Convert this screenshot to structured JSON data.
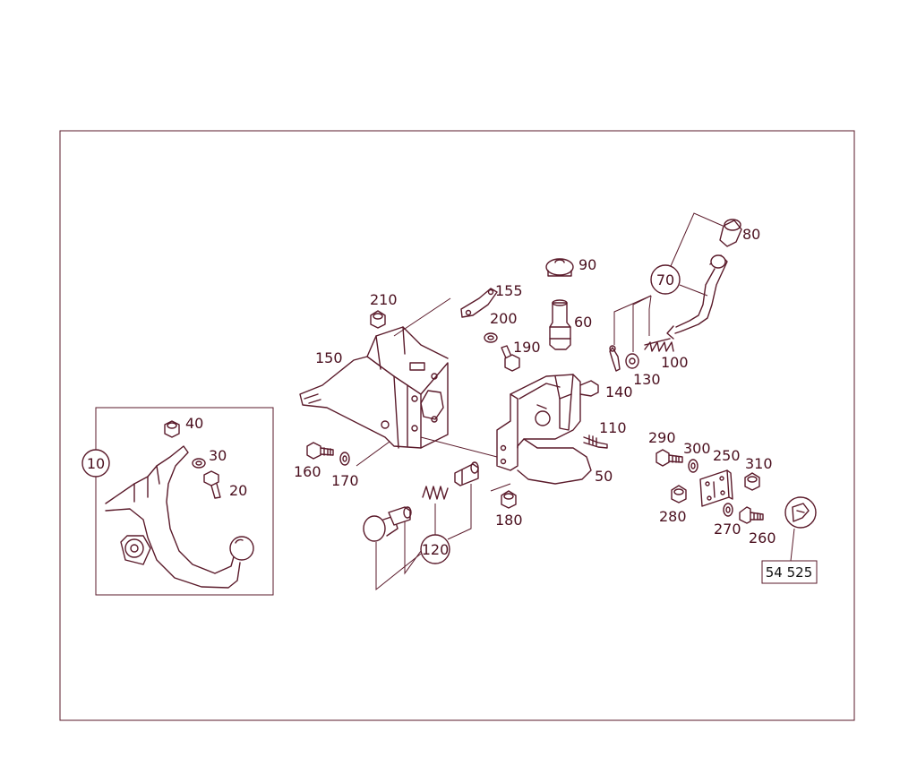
{
  "diagram": {
    "frame_color": "#5a1a2a",
    "labels": {
      "p10": "10",
      "p20": "20",
      "p30": "30",
      "p40": "40",
      "p50": "50",
      "p60": "60",
      "p70": "70",
      "p80": "80",
      "p90": "90",
      "p100": "100",
      "p110": "110",
      "p120": "120",
      "p130": "130",
      "p140": "140",
      "p150": "150",
      "p155": "155",
      "p160": "160",
      "p170": "170",
      "p180": "180",
      "p190": "190",
      "p200": "200",
      "p210": "210",
      "p250": "250",
      "p260": "260",
      "p270": "270",
      "p280": "280",
      "p290": "290",
      "p300": "300",
      "p310": "310"
    },
    "reference_box": "54 525"
  }
}
